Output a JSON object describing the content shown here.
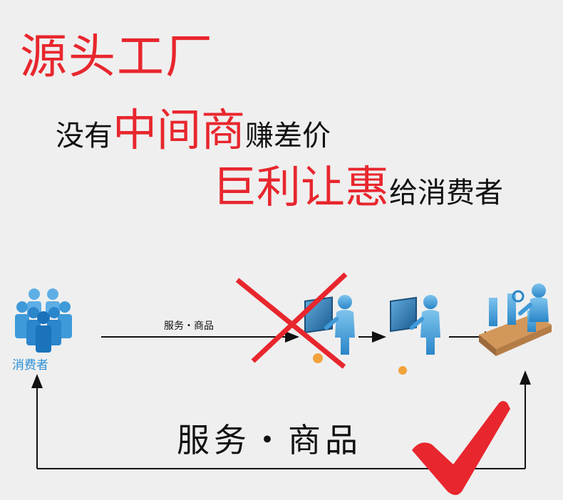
{
  "headline": {
    "line1": "源头工厂",
    "line2_prefix": "没有",
    "line2_emph": "中间商",
    "line2_suffix": "赚差价",
    "line3_emph": "巨利让惠",
    "line3_suffix": "给消费者"
  },
  "diagram": {
    "consumer_label": "消费者",
    "top_edge_label": "服务・商品",
    "bottom_edge_label": "服务・商品"
  },
  "colors": {
    "accent_red": "#e8262d",
    "consumer_blue": "#2a8fd6",
    "background": "#efefef"
  },
  "icons": [
    "consumers-icon",
    "middleman-icon",
    "agent-icon",
    "factory-icon",
    "cross-mark-icon",
    "check-mark-icon"
  ]
}
